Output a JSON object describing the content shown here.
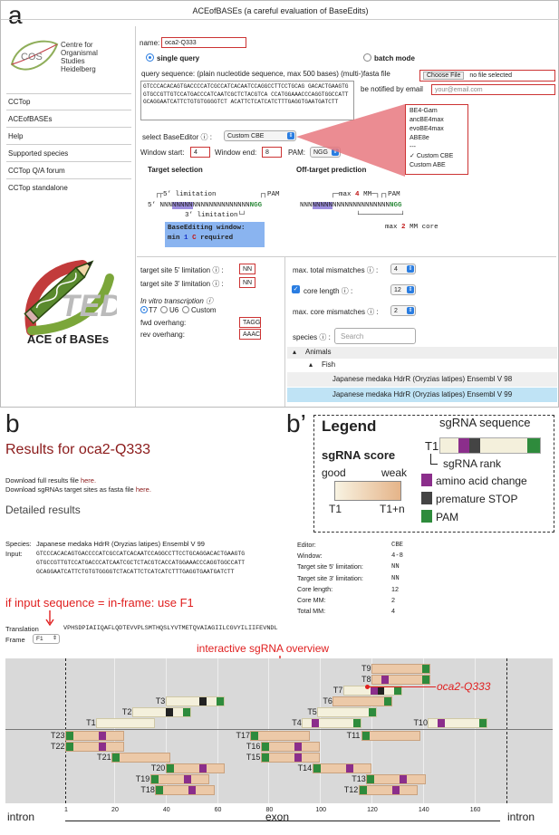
{
  "panel_a": {
    "panel_label": "a",
    "window_title": "ACEofBASEs (a careful evaluation of BaseEdits)",
    "logo": {
      "cos_text": "COS",
      "org_lines": [
        "Centre for",
        "Organismal",
        "Studies",
        "Heidelberg"
      ],
      "ace_caption": "ACE of BASEs"
    },
    "sidebar": {
      "items": [
        {
          "label": "CCTop"
        },
        {
          "label": "ACEofBASEs"
        },
        {
          "label": "Help"
        },
        {
          "label": "Supported species"
        },
        {
          "label": "CCTop Q/A forum"
        },
        {
          "label": "CCTop standalone"
        }
      ]
    },
    "form": {
      "name_label": "name:",
      "name_value": "oca2-Q333",
      "single_query_label": "single query",
      "batch_mode_label": "batch mode",
      "query_label": "query sequence: (plain nucleotide sequence, max 500 bases) (multi-)fasta file",
      "query_text": "GTCCCACACAGTGACCCCATCGCCATCACAATCCAGGCCTTCCTGCAG GACACTGAAGTGGTGCCGTTGTCCATGACCCATCAATCGCTCTACGTCA CCATGGAAACCCAGGTGGCCATTGCAGGAATCATTCTGTGTGGGGTCT ACATTCTCATCATCTTTGAGGTGAATGATCTT",
      "choose_file_label": "Choose File",
      "no_file_label": "no file selected",
      "notify_label": "be notified by email",
      "email_placeholder": "your@email.com",
      "editor_label": "select BaseEditor ⓘ :",
      "editor_value": "Custom CBE",
      "window_start_label": "Window start:",
      "window_start_value": "4",
      "window_end_label": "Window end:",
      "window_end_value": "8",
      "pam_label": "PAM:",
      "pam_value": "NGG",
      "editor_options": [
        "BE4-Gam",
        "ancBE4max",
        "evoBE4max",
        "ABE8e",
        "---",
        "Custom CBE",
        "Custom ABE"
      ],
      "editor_selected": "Custom CBE"
    },
    "target_selection": {
      "heading": "Target selection",
      "limit5": "5’ limitation",
      "pam_tag": "PAM",
      "seq_prefix": "5’",
      "seq_a": "NNN",
      "seq_window": "NNNNN",
      "seq_b": "NNNNNNNNNNNNNN",
      "seq_pam": "NGG",
      "limit3": "3’ limitation",
      "be_window_title": "BaseEditing window:",
      "be_window_min": "min",
      "be_window_num": "1",
      "be_window_c": "C",
      "be_window_req": "required"
    },
    "offtarget": {
      "heading": "Off-target prediction",
      "max_label": "max",
      "max_num": "4",
      "mm_label": "MM",
      "pam_tag": "PAM",
      "seq_a": "NNN",
      "seq_window": "NNNNN",
      "seq_b": "NNNNNNNNNNNNNN",
      "seq_pam": "NGG",
      "core_max": "max",
      "core_num": "2",
      "core_label": "MM core"
    },
    "limits": {
      "site5_label": "target site 5' limitation ⓘ :",
      "site5_value": "NN",
      "site3_label": "target site 3' limitation ⓘ :",
      "site3_value": "NN",
      "ivt_label": "In vitro transcription ⓘ",
      "t7": "T7",
      "u6": "U6",
      "custom": "Custom",
      "fwd_label": "fwd overhang:",
      "fwd_value": "TAGG",
      "rev_label": "rev overhang:",
      "rev_value": "AAAC"
    },
    "mismatch": {
      "max_total_label": "max. total mismatches ⓘ :",
      "max_total_value": "4",
      "core_length_label": "core length ⓘ :",
      "core_length_value": "12",
      "max_core_label": "max. core mismatches ⓘ :",
      "max_core_value": "2",
      "species_label": "species ⓘ :",
      "species_placeholder": "Search"
    },
    "species_tree": {
      "animals": "Animals",
      "fish": "Fish",
      "opt1": "Japanese medaka HdrR (Oryzias latipes) Ensembl V 98",
      "opt2": "Japanese medaka HdrR (Oryzias latipes) Ensembl V 99"
    }
  },
  "panel_b": {
    "panel_label": "b",
    "title": "Results for oca2-Q333",
    "download1_text": "Download full results file",
    "download1_link": "here.",
    "download2_text": "Download sgRNAs target sites as fasta file",
    "download2_link": "here.",
    "detailed_heading": "Detailed results",
    "species_label": "Species:",
    "species_value": "Japanese medaka HdrR (Oryzias latipes) Ensembl V 99",
    "input_label": "Input:",
    "input_lines": [
      "GTCCCACACAGTGACCCCATCGCCATCACAATCCAGGCCTTCCTGCAGGACACTGAAGTG",
      "GTGCCGTTGTCCATGACCCATCAATCGCTCTACGTCACCATGGAAACCCAGGTGGCCATT",
      "GCAGGAATCATTCTGTGTGGGGTCTACATTCTCATCATCTTTGAGGTGAATGATCTT"
    ],
    "params": [
      {
        "label": "Editor:",
        "value": "CBE"
      },
      {
        "label": "Window:",
        "value": "4-8"
      },
      {
        "label": "Target site 5' limitation:",
        "value": "NN"
      },
      {
        "label": "Target site 3' limitation:",
        "value": "NN"
      },
      {
        "label": "Core length:",
        "value": "12"
      },
      {
        "label": "Core MM:",
        "value": "2"
      },
      {
        "label": "Total MM:",
        "value": "4"
      }
    ],
    "annot_inframe": "if input sequence = in-frame: use F1",
    "translation_label": "Translation",
    "translation_value": "VPHSDPIAIIQAFLQDTEVVPLSMTHQSLYVTMETQVAIAGIILCGVYILIIFEVNDL",
    "frame_label": "Frame",
    "frame_value": "F1",
    "annot_overview": "interactive sgRNA overview",
    "annot_target": "oca2-Q333",
    "axis_ticks": [
      "1",
      "20",
      "40",
      "60",
      "80",
      "100",
      "120",
      "140",
      "160"
    ],
    "region_intron_left": "intron",
    "region_exon": "exon",
    "region_intron_right": "intron",
    "colors": {
      "pam": "#2e8b3c",
      "aa_change": "#8b2e8b",
      "stop": "#222222",
      "sgrna": "#ecc9a8"
    }
  },
  "legend": {
    "panel_label": "b’",
    "title": "Legend",
    "sgrna_sequence": "sgRNA sequence",
    "t1_label": "T1",
    "sgrna_rank": "sgRNA rank",
    "score_title": "sgRNA score",
    "good": "good",
    "weak": "weak",
    "t1": "T1",
    "t1n": "T1+n",
    "aa_change": "amino acid change",
    "premature_stop": "premature STOP",
    "pam": "PAM"
  },
  "sgrnas": [
    {
      "name": "T9",
      "start": 120,
      "end": 143,
      "strand": "+",
      "aa": 0,
      "stop": 0,
      "pam": 1,
      "shade": "tan"
    },
    {
      "name": "T8",
      "start": 120,
      "end": 143,
      "strand": "+",
      "aa": 1,
      "stop": 0,
      "pam": 1,
      "shade": "tan"
    },
    {
      "name": "T7",
      "start": 109,
      "end": 132,
      "strand": "+",
      "aa": 1,
      "stop": 1,
      "pam": 1,
      "shade": "light"
    },
    {
      "name": "T6",
      "start": 105,
      "end": 128,
      "strand": "+",
      "aa": 0,
      "stop": 0,
      "pam": 1,
      "shade": "tan"
    },
    {
      "name": "T5",
      "start": 99,
      "end": 122,
      "strand": "+",
      "aa": 0,
      "stop": 0,
      "pam": 1,
      "shade": "light"
    },
    {
      "name": "T4",
      "start": 93,
      "end": 116,
      "strand": "+",
      "aa": 1,
      "stop": 0,
      "pam": 1,
      "shade": "light"
    },
    {
      "name": "T3",
      "start": 40,
      "end": 63,
      "strand": "+",
      "aa": 0,
      "stop": 1,
      "pam": 1,
      "shade": "light"
    },
    {
      "name": "T2",
      "start": 27,
      "end": 50,
      "strand": "+",
      "aa": 0,
      "stop": 1,
      "pam": 1,
      "shade": "light"
    },
    {
      "name": "T1",
      "start": 13,
      "end": 36,
      "strand": "+",
      "aa": 0,
      "stop": 0,
      "pam": 0,
      "shade": "light"
    },
    {
      "name": "T10",
      "start": 142,
      "end": 165,
      "strand": "+",
      "aa": 1,
      "stop": 0,
      "pam": 1,
      "shade": "light"
    },
    {
      "name": "T11",
      "start": 116,
      "end": 139,
      "strand": "-",
      "aa": 0,
      "stop": 0,
      "pam": 1,
      "shade": "tan"
    },
    {
      "name": "T23",
      "start": 1,
      "end": 24,
      "strand": "-",
      "aa": 1,
      "stop": 0,
      "pam": 1,
      "shade": "tan"
    },
    {
      "name": "T22",
      "start": 1,
      "end": 24,
      "strand": "-",
      "aa": 1,
      "stop": 0,
      "pam": 1,
      "shade": "tan"
    },
    {
      "name": "T17",
      "start": 73,
      "end": 96,
      "strand": "-",
      "aa": 0,
      "stop": 0,
      "pam": 1,
      "shade": "tan"
    },
    {
      "name": "T16",
      "start": 77,
      "end": 100,
      "strand": "-",
      "aa": 1,
      "stop": 0,
      "pam": 1,
      "shade": "tan"
    },
    {
      "name": "T15",
      "start": 77,
      "end": 100,
      "strand": "-",
      "aa": 1,
      "stop": 0,
      "pam": 1,
      "shade": "tan"
    },
    {
      "name": "T21",
      "start": 19,
      "end": 42,
      "strand": "-",
      "aa": 0,
      "stop": 0,
      "pam": 1,
      "shade": "tan"
    },
    {
      "name": "T20",
      "start": 40,
      "end": 63,
      "strand": "-",
      "aa": 1,
      "stop": 0,
      "pam": 1,
      "shade": "tan"
    },
    {
      "name": "T14",
      "start": 97,
      "end": 120,
      "strand": "-",
      "aa": 1,
      "stop": 0,
      "pam": 1,
      "shade": "tan"
    },
    {
      "name": "T19",
      "start": 34,
      "end": 57,
      "strand": "-",
      "aa": 1,
      "stop": 0,
      "pam": 1,
      "shade": "tan"
    },
    {
      "name": "T13",
      "start": 118,
      "end": 141,
      "strand": "-",
      "aa": 1,
      "stop": 0,
      "pam": 1,
      "shade": "tan"
    },
    {
      "name": "T18",
      "start": 36,
      "end": 59,
      "strand": "-",
      "aa": 1,
      "stop": 0,
      "pam": 1,
      "shade": "tan"
    },
    {
      "name": "T12",
      "start": 115,
      "end": 138,
      "strand": "-",
      "aa": 1,
      "stop": 0,
      "pam": 1,
      "shade": "tan"
    }
  ]
}
